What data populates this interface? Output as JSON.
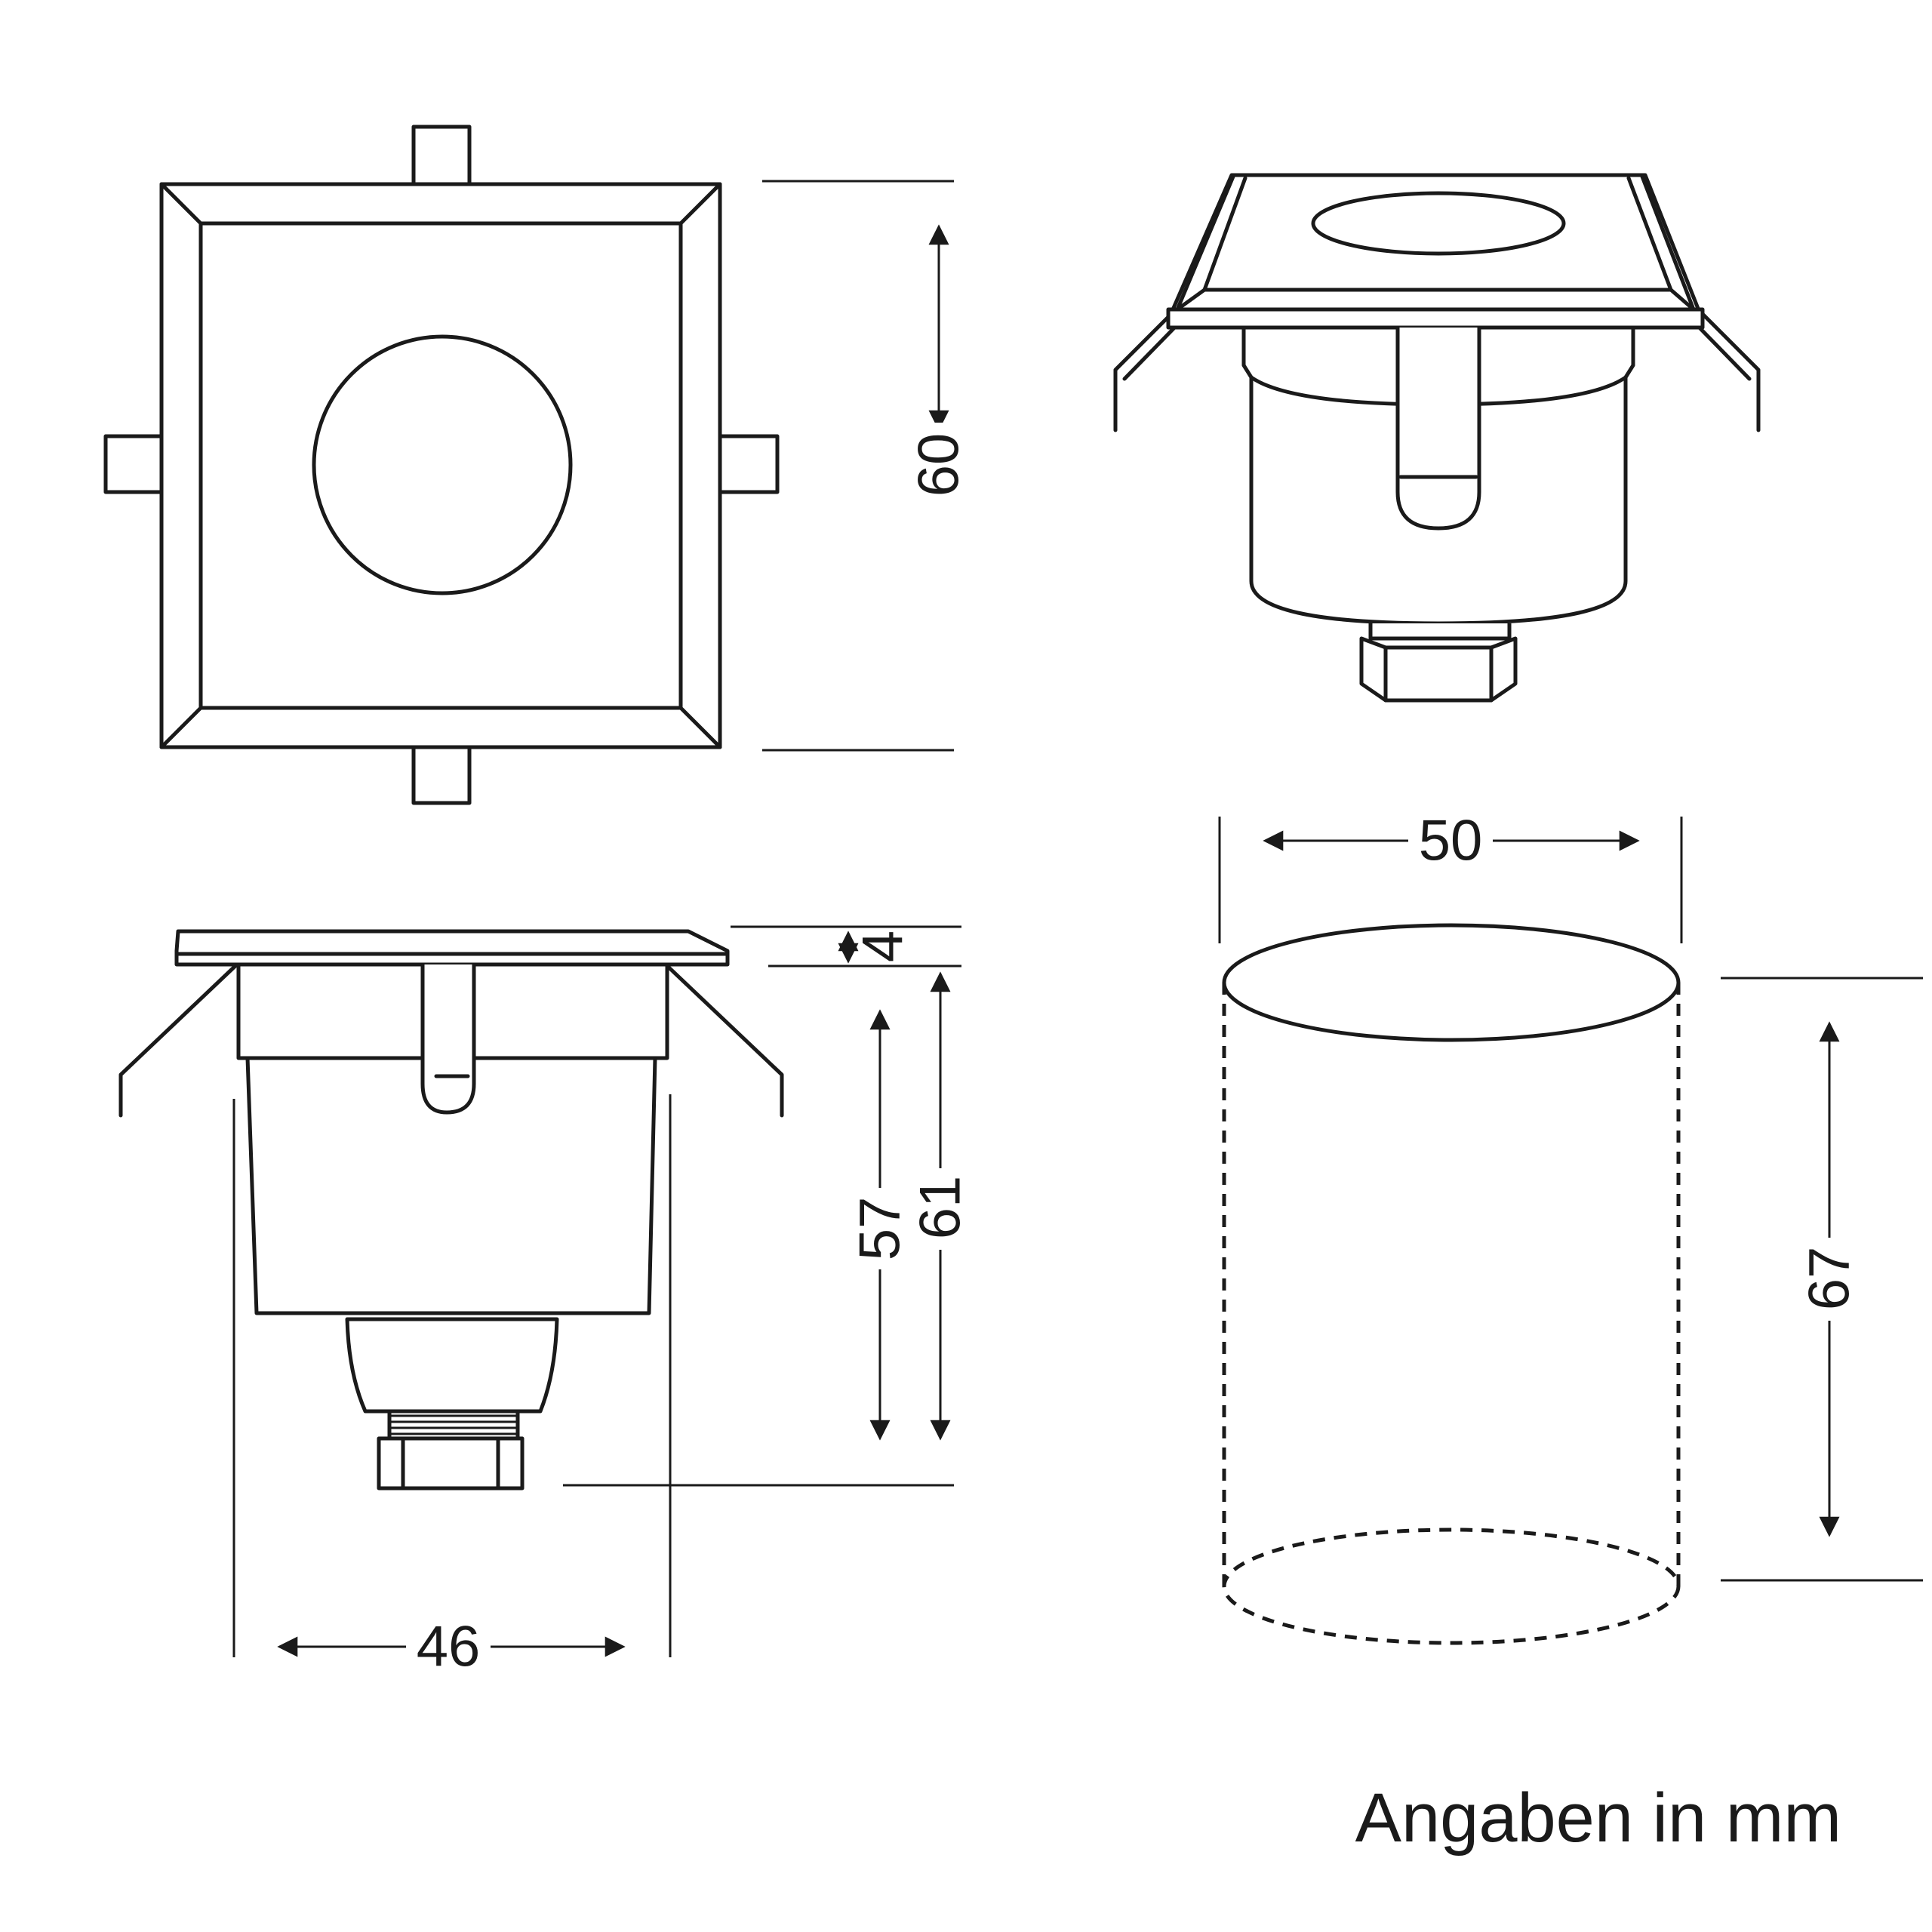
{
  "caption": "Angaben in mm",
  "dimensions": {
    "top_height": "60",
    "flange_thickness": "4",
    "body_height": "57",
    "total_height": "61",
    "body_width": "46",
    "cutout_diameter": "50",
    "cutout_depth": "67"
  }
}
